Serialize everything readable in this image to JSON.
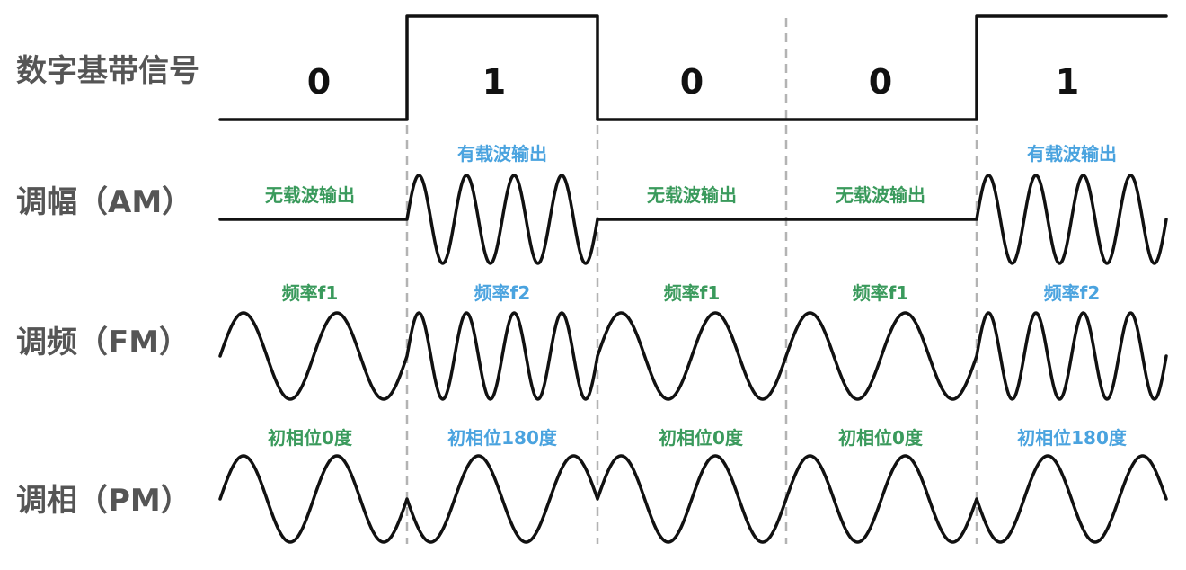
{
  "row_labels": {
    "digital": "数字基带信号",
    "am": "调幅（AM）",
    "fm": "调频（FM）",
    "pm": "调相（PM）"
  },
  "bits": [
    "0",
    "1",
    "0",
    "0",
    "1"
  ],
  "am_labels": [
    "无载波输出",
    "有载波输出",
    "无载波输出",
    "无载波输出",
    "有载波输出"
  ],
  "fm_labels": [
    "频率f1",
    "频率f2",
    "频率f1",
    "频率f1",
    "频率f2"
  ],
  "pm_labels": [
    "初相位0度",
    "初相位180度",
    "初相位0度",
    "初相位0度",
    "初相位180度"
  ],
  "colors": {
    "green": "#3a9a5c",
    "blue": "#4aa3df",
    "signal": "#111111",
    "divider": "#b3b3b3",
    "row_label": "#555555"
  }
}
